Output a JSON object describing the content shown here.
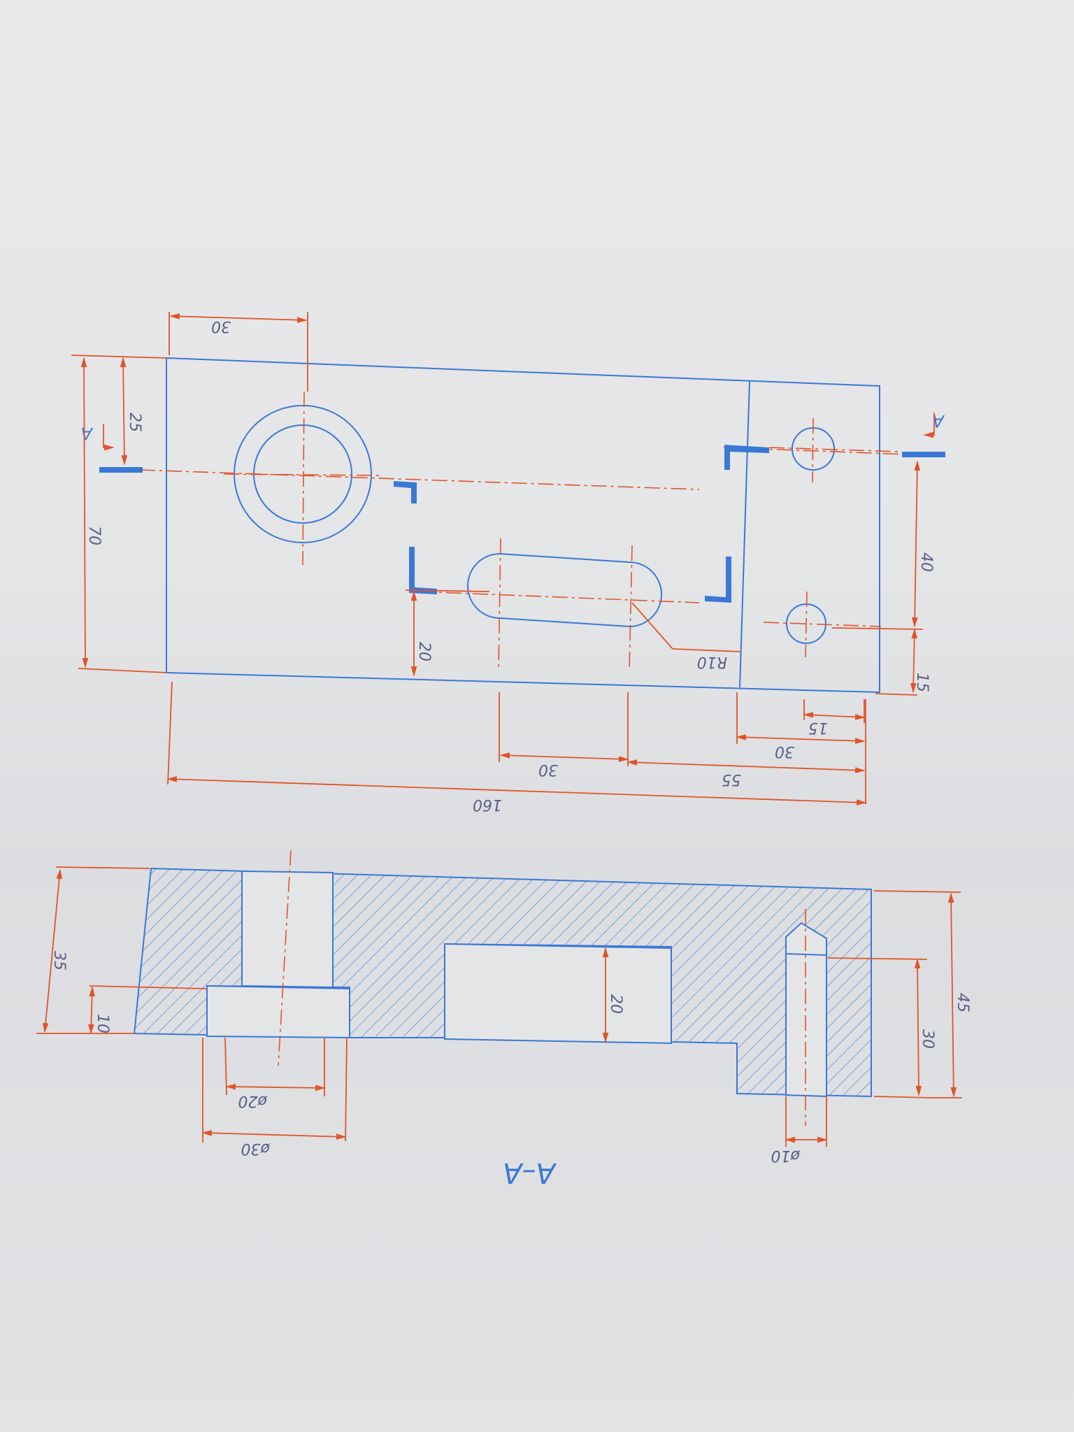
{
  "drawing": {
    "section_title": "A–A",
    "cut_label_top": "A",
    "cut_label_bottom": "A"
  },
  "plan_view_dimensions": {
    "top_offset_30": "30",
    "left_70": "70",
    "left_25": "25",
    "slot_20": "20",
    "slot_radius": "R10",
    "right_40": "40",
    "right_15": "15",
    "bottom_15": "15",
    "bottom_30a": "30",
    "bottom_30b": "30",
    "bottom_55": "55",
    "bottom_160": "160"
  },
  "section_view_dimensions": {
    "left_35": "35",
    "left_10": "10",
    "dia_20": "ø20",
    "dia_30": "ø30",
    "pocket_20": "20",
    "right_30": "30",
    "right_45": "45",
    "dia_10": "ø10"
  },
  "colors": {
    "object_lines": "#3a78d6",
    "dimension_lines": "#e0542a",
    "dimension_text": "#5a5f86",
    "paper": "#e6e7e9"
  }
}
